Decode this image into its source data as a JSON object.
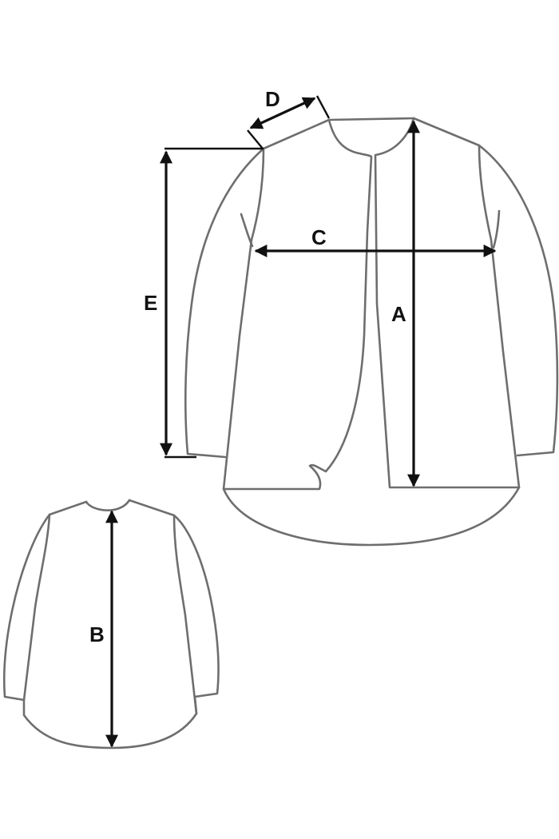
{
  "diagram": {
    "labels": {
      "a": "A",
      "b": "B",
      "c": "C",
      "d": "D",
      "e": "E"
    },
    "colors": {
      "garment_outline": "#6e6e6e",
      "dimension_line": "#111111",
      "background": "#ffffff"
    }
  }
}
